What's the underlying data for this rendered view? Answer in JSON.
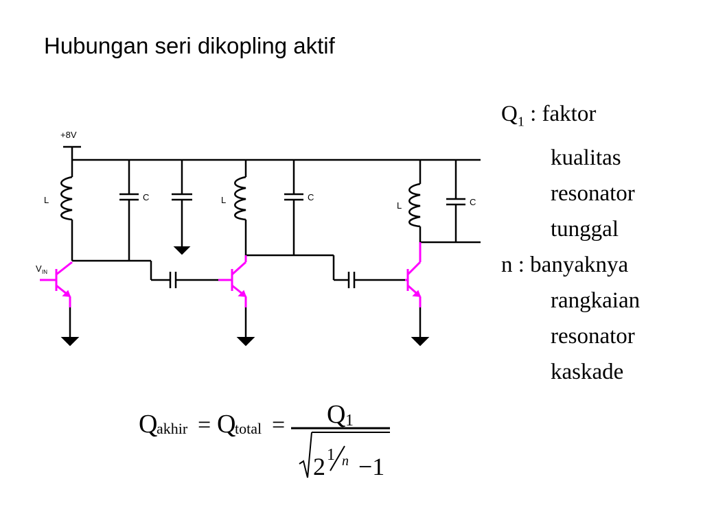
{
  "title": "Hubungan seri dikopling aktif",
  "circuit": {
    "supply_label": "+8V",
    "input_label_main": "V",
    "input_label_sub": "IN",
    "inductor_label": "L",
    "capacitor_label": "C",
    "colors": {
      "wire": "#000000",
      "transistor": "#ff00ff"
    }
  },
  "definitions": {
    "q1_symbol": "Q",
    "q1_subscript": "1",
    "q1_sep": " : ",
    "q1_lines": [
      "faktor",
      "kualitas",
      "resonator",
      "tunggal"
    ],
    "n_symbol": "n",
    "n_sep": " : ",
    "n_lines": [
      "banyaknya",
      "rangkaian",
      "resonator",
      "kaskade"
    ]
  },
  "formula": {
    "q": "Q",
    "akhir_sub": "akhir",
    "eq1": "=",
    "total_sub": "total",
    "eq2": "=",
    "numerator": "Q",
    "numerator_sub": "1",
    "base": "2",
    "exp_num": "1",
    "exp_den": "n",
    "minus_one": "−1"
  }
}
